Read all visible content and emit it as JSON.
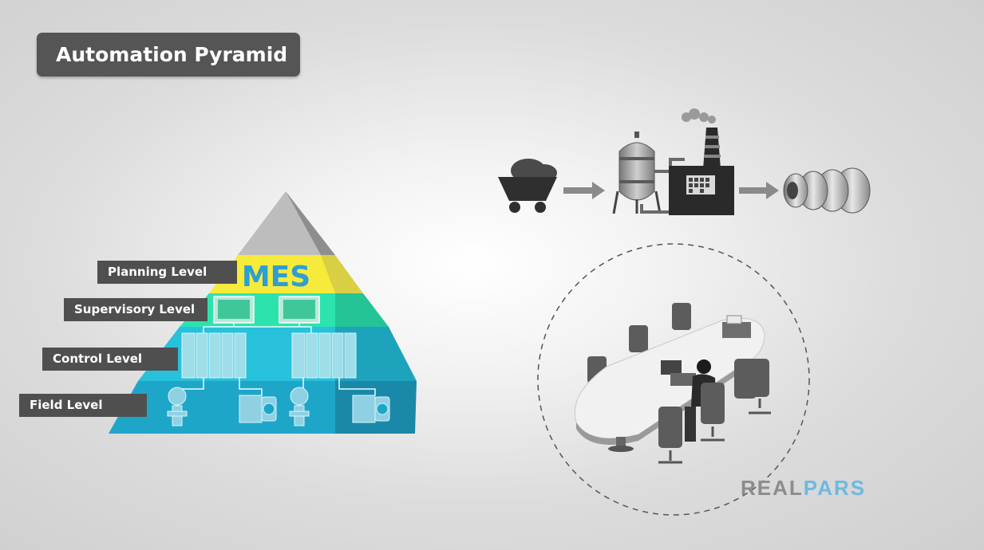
{
  "title": "Automation Pyramid",
  "levels": [
    {
      "label": "Planning Level"
    },
    {
      "label": "Supervisory Level"
    },
    {
      "label": "Control Level"
    },
    {
      "label": "Field Level"
    }
  ],
  "pyramid": {
    "top_label": "MES"
  },
  "brand": {
    "part1": "REAL",
    "part2": "PARS"
  },
  "colors": {
    "planning": "#f5e93a",
    "supervisory": "#2ee6b0",
    "control": "#26bfd9",
    "field": "#1ea3c6",
    "apex": "#b9b9b9",
    "label_bg": "#4f4f4f",
    "brand_accent": "#6fb8e0"
  },
  "icons": [
    "mine-cart-icon",
    "storage-tank-icon",
    "factory-icon",
    "steel-coils-icon",
    "meeting-table-icon"
  ]
}
